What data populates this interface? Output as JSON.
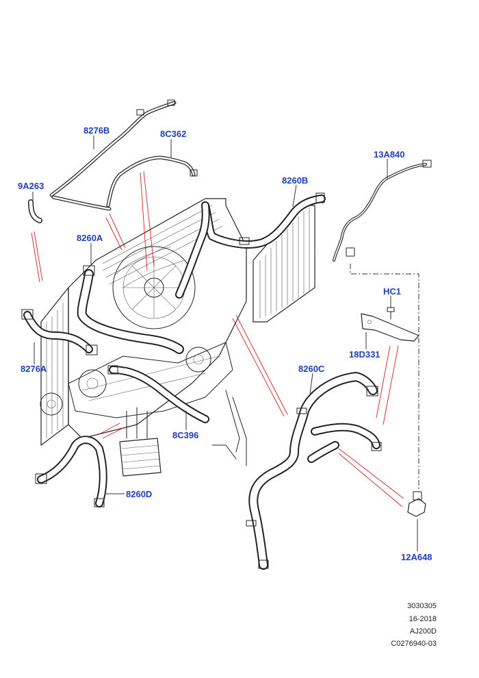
{
  "callouts": {
    "c_8276B": "8276B",
    "c_8C362": "8C362",
    "c_9A263": "9A263",
    "c_13A840": "13A840",
    "c_8260B": "8260B",
    "c_8260A": "8260A",
    "c_HC1": "HC1",
    "c_18D331": "18D331",
    "c_8276A": "8276A",
    "c_8260C": "8260C",
    "c_8C396": "8C396",
    "c_8260D": "8260D",
    "c_12A648": "12A648"
  },
  "reference": {
    "line1": "3030305",
    "line2": "16-2018",
    "line3": "AJ200D",
    "line4": "C0276940-03"
  },
  "colors": {
    "callout": "#1f3fbf",
    "leader_red": "#d62020",
    "linework": "#222222"
  }
}
